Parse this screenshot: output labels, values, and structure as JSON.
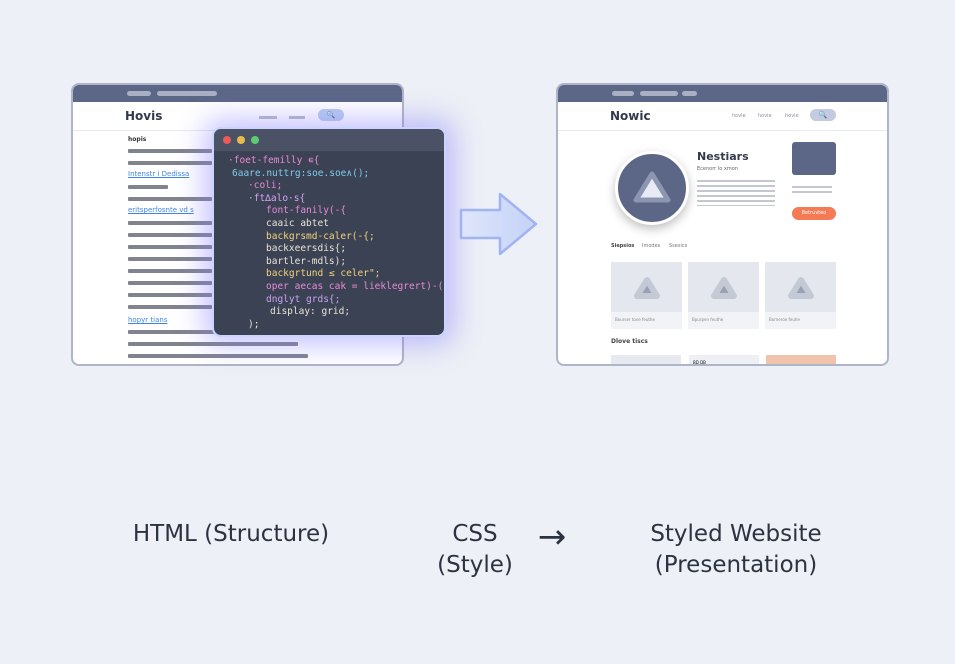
{
  "left_browser": {
    "brand": "Hovis",
    "nav": [
      "",
      "",
      ""
    ],
    "heading": "hopis",
    "links": [
      "Intenstr i Dedissa",
      "eritsperfosnte vd s",
      "hopyr tians"
    ]
  },
  "code_window": {
    "lines": [
      "·foet-femilly ∊{",
      "6aare.nuttrg:soe.soe∧();",
      "·coli;",
      "·ft∆alo·s{",
      "font-fanily(-{",
      "caaic abtet",
      "backgrsmd-caler(-{;",
      "backxeersdis{;",
      "bartler-mdls);",
      "backgrtund ≤ celer\";",
      "oper aecas cak = lieklegrert)-());",
      "dnglyt grds{;",
      "display: grid;",
      ");"
    ],
    "line_colors": [
      "#e78ad6",
      "#7ecbe8",
      "#e78ad6",
      "#d6a4f0",
      "#e78ad6",
      "#e8e4d6",
      "#f0d27a",
      "#e8e4d6",
      "#e8e4d6",
      "#f0d27a",
      "#e78ad6",
      "#c7a4f0",
      "#e8e4d6",
      "#e8e4d6"
    ]
  },
  "right_browser": {
    "brand": "Nowic",
    "nav": [
      "hovie",
      "hovie",
      "hovie"
    ],
    "hero_title": "Nestiars",
    "hero_sub": "Ecenorr lo xmon",
    "cta": "Betruvteo",
    "tabs": [
      "Siepsios",
      "Imodes",
      "Ssesics"
    ],
    "cards": [
      "Bourser tove feuthe",
      "Bpurpen feuthe",
      "Borneroe feuhe"
    ],
    "section": "Dlove tiscs",
    "card_small": "BD DB"
  },
  "captions": {
    "html": "HTML (Structure)",
    "css_1": "CSS",
    "css_2": "(Style)",
    "arrow": "→",
    "styled_1": "Styled Website",
    "styled_2": "(Presentation)"
  },
  "colors": {
    "accent_orange": "#f47b55",
    "dark_slate": "#5c6686",
    "link_blue": "#3f86e0"
  }
}
